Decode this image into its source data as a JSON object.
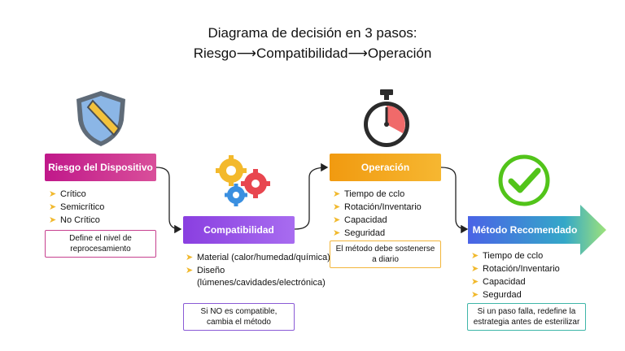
{
  "title": {
    "line1": "Diagrama de decisión en 3 pasos:",
    "line2_parts": [
      "Riesgo",
      "Compatibilidad",
      "Operación"
    ]
  },
  "steps": [
    {
      "label": "Riesgo del Dispositivo",
      "bullets": [
        "Crítico",
        "Semicrítico",
        "No Crítico"
      ],
      "note": "Define el nivel de reprocesamiento",
      "color_start": "#c0188a",
      "color_end": "#d94f9a",
      "icon": "shield-icon"
    },
    {
      "label": "Compatibilidad",
      "bullets": [
        "Material (calor/humedad/química)",
        "Diseño (lúmenes/cavidades/electrónica)"
      ],
      "note": "Si NO es compatible, cambia el método",
      "color_start": "#8a3fe0",
      "color_end": "#a86cf0",
      "icon": "gears-icon"
    },
    {
      "label": "Operación",
      "bullets": [
        "Tiempo de cclo",
        "Rotación/Inventario",
        "Capacidad",
        "Seguridad"
      ],
      "note": "El método debe sostenerse a diario",
      "color_start": "#f19a10",
      "color_end": "#f6b731",
      "icon": "stopwatch-icon"
    },
    {
      "label": "Método Recomendado",
      "bullets": [
        "Tiempo de cclo",
        "Rotación/Inventario",
        "Capacidad",
        "Segurdad"
      ],
      "note": "Si un paso falla, redefine la estrategia antes de esterilizar",
      "color_start": "#3f6ce0",
      "color_end": "#3cc3a0",
      "icon": "checkmark-icon"
    }
  ],
  "colors": {
    "connector": "#222222",
    "bullet_chevron": "#f1b92e",
    "shield_blue": "#8bb6e6",
    "gear_yellow": "#f3b92c",
    "gear_red": "#e8464f",
    "gear_blue": "#3a8fe0",
    "stopwatch_red": "#f06a6a",
    "check_green": "#52c41a"
  }
}
